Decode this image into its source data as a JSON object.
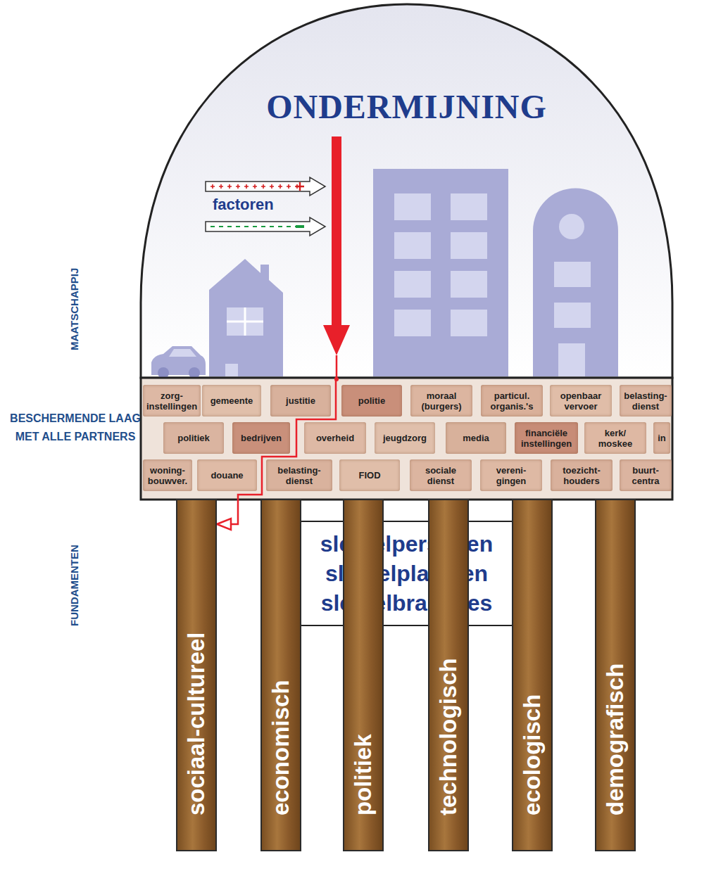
{
  "diagram": {
    "title": "ONDERMIJNING",
    "nodes": [
      {
        "text": [
          "factoren"
        ]
      },
      {
        "text": [
          "zorg-instellingen"
        ]
      },
      {
        "text": [
          "gemeente"
        ]
      },
      {
        "text": [
          "justitie"
        ]
      },
      {
        "text": [
          "politie"
        ]
      },
      {
        "text": [
          "moraal (burgers)"
        ]
      },
      {
        "text": [
          "particul. organis.'s"
        ]
      },
      {
        "text": [
          "openbaar vervoer"
        ]
      },
      {
        "text": [
          "belasting-dienst"
        ]
      },
      {
        "text": [
          "politiek"
        ]
      },
      {
        "text": [
          "bedrijven"
        ]
      },
      {
        "text": [
          "overheid"
        ]
      },
      {
        "text": [
          "jeugdzorg"
        ]
      },
      {
        "text": [
          "media"
        ]
      },
      {
        "text": [
          "financiële instellingen"
        ]
      },
      {
        "text": [
          "kerk/ moskee"
        ]
      },
      {
        "text": [
          "in"
        ]
      },
      {
        "text": [
          "woning-bouwver."
        ]
      },
      {
        "text": [
          "douane"
        ]
      },
      {
        "text": [
          "belasting-dienst"
        ]
      },
      {
        "text": [
          "FIOD"
        ]
      },
      {
        "text": [
          "sociale dienst"
        ]
      },
      {
        "text": [
          "vereni-gingen"
        ]
      },
      {
        "text": [
          "toezicht-houders"
        ]
      },
      {
        "text": [
          "buurt-centra"
        ]
      },
      {
        "text": [
          "sleutelpersonen sleutelplaatsen sleutelbranches"
        ]
      },
      {
        "text": [
          "sociaal-cultureel"
        ]
      },
      {
        "text": [
          "economisch"
        ]
      },
      {
        "text": [
          "politiek"
        ]
      },
      {
        "text": [
          "technologisch"
        ]
      },
      {
        "text": [
          "ecologisch"
        ]
      },
      {
        "text": [
          "demografisch"
        ]
      }
    ],
    "edges": [
      {
        "from": 0,
        "to": 26,
        "arrow": "to"
      }
    ],
    "labels": [
      "MAATSCHAPPIJ",
      "BESCHERMENDE LAAG MET ALLE PARTNERS",
      "FUNDAMENTEN"
    ]
  }
}
